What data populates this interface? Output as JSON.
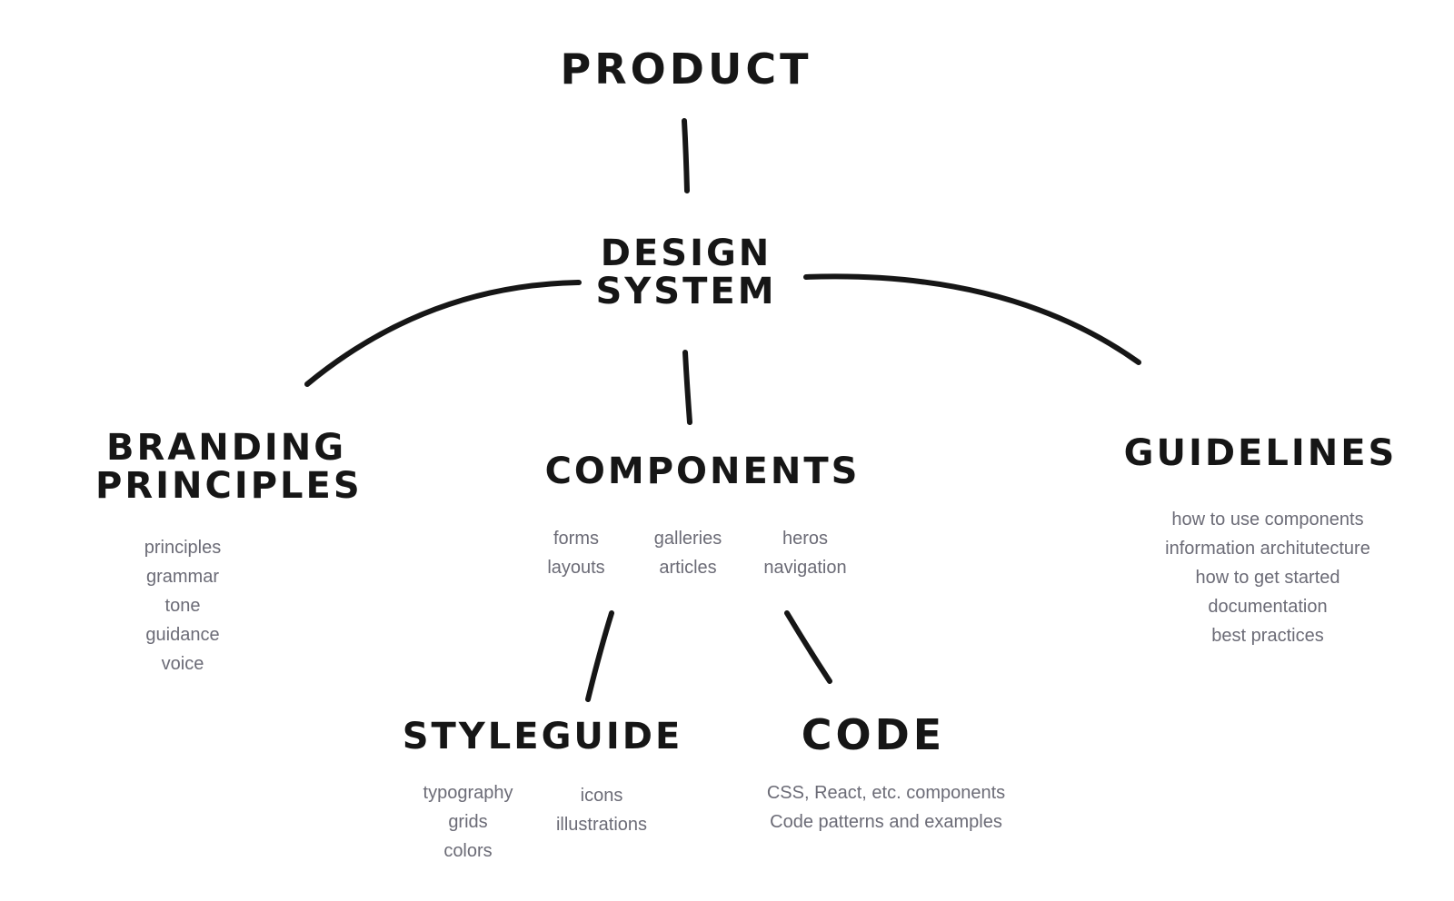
{
  "diagram": {
    "root": "PRODUCT",
    "hub": [
      "DESIGN",
      "SYSTEM"
    ],
    "branding": {
      "title_lines": [
        "BRANDING",
        "PRINCIPLES"
      ],
      "items": [
        "principles",
        "grammar",
        "tone",
        "guidance",
        "voice"
      ]
    },
    "components": {
      "title": "COMPONENTS",
      "columns": [
        [
          "forms",
          "layouts"
        ],
        [
          "galleries",
          "articles"
        ],
        [
          "heros",
          "navigation"
        ]
      ]
    },
    "guidelines": {
      "title": "GUIDELINES",
      "items": [
        "how to use components",
        "information architutecture",
        "how to get started",
        "documentation",
        "best practices"
      ]
    },
    "styleguide": {
      "title": "STYLEGUIDE",
      "columns": [
        [
          "typography",
          "grids",
          "colors"
        ],
        [
          "icons",
          "illustrations"
        ]
      ]
    },
    "code": {
      "title": "CODE",
      "items": [
        "CSS, React, etc. components",
        "Code patterns and examples"
      ]
    }
  },
  "colors": {
    "ink": "#161616",
    "note": "#6b6b76",
    "background": "#ffffff"
  }
}
